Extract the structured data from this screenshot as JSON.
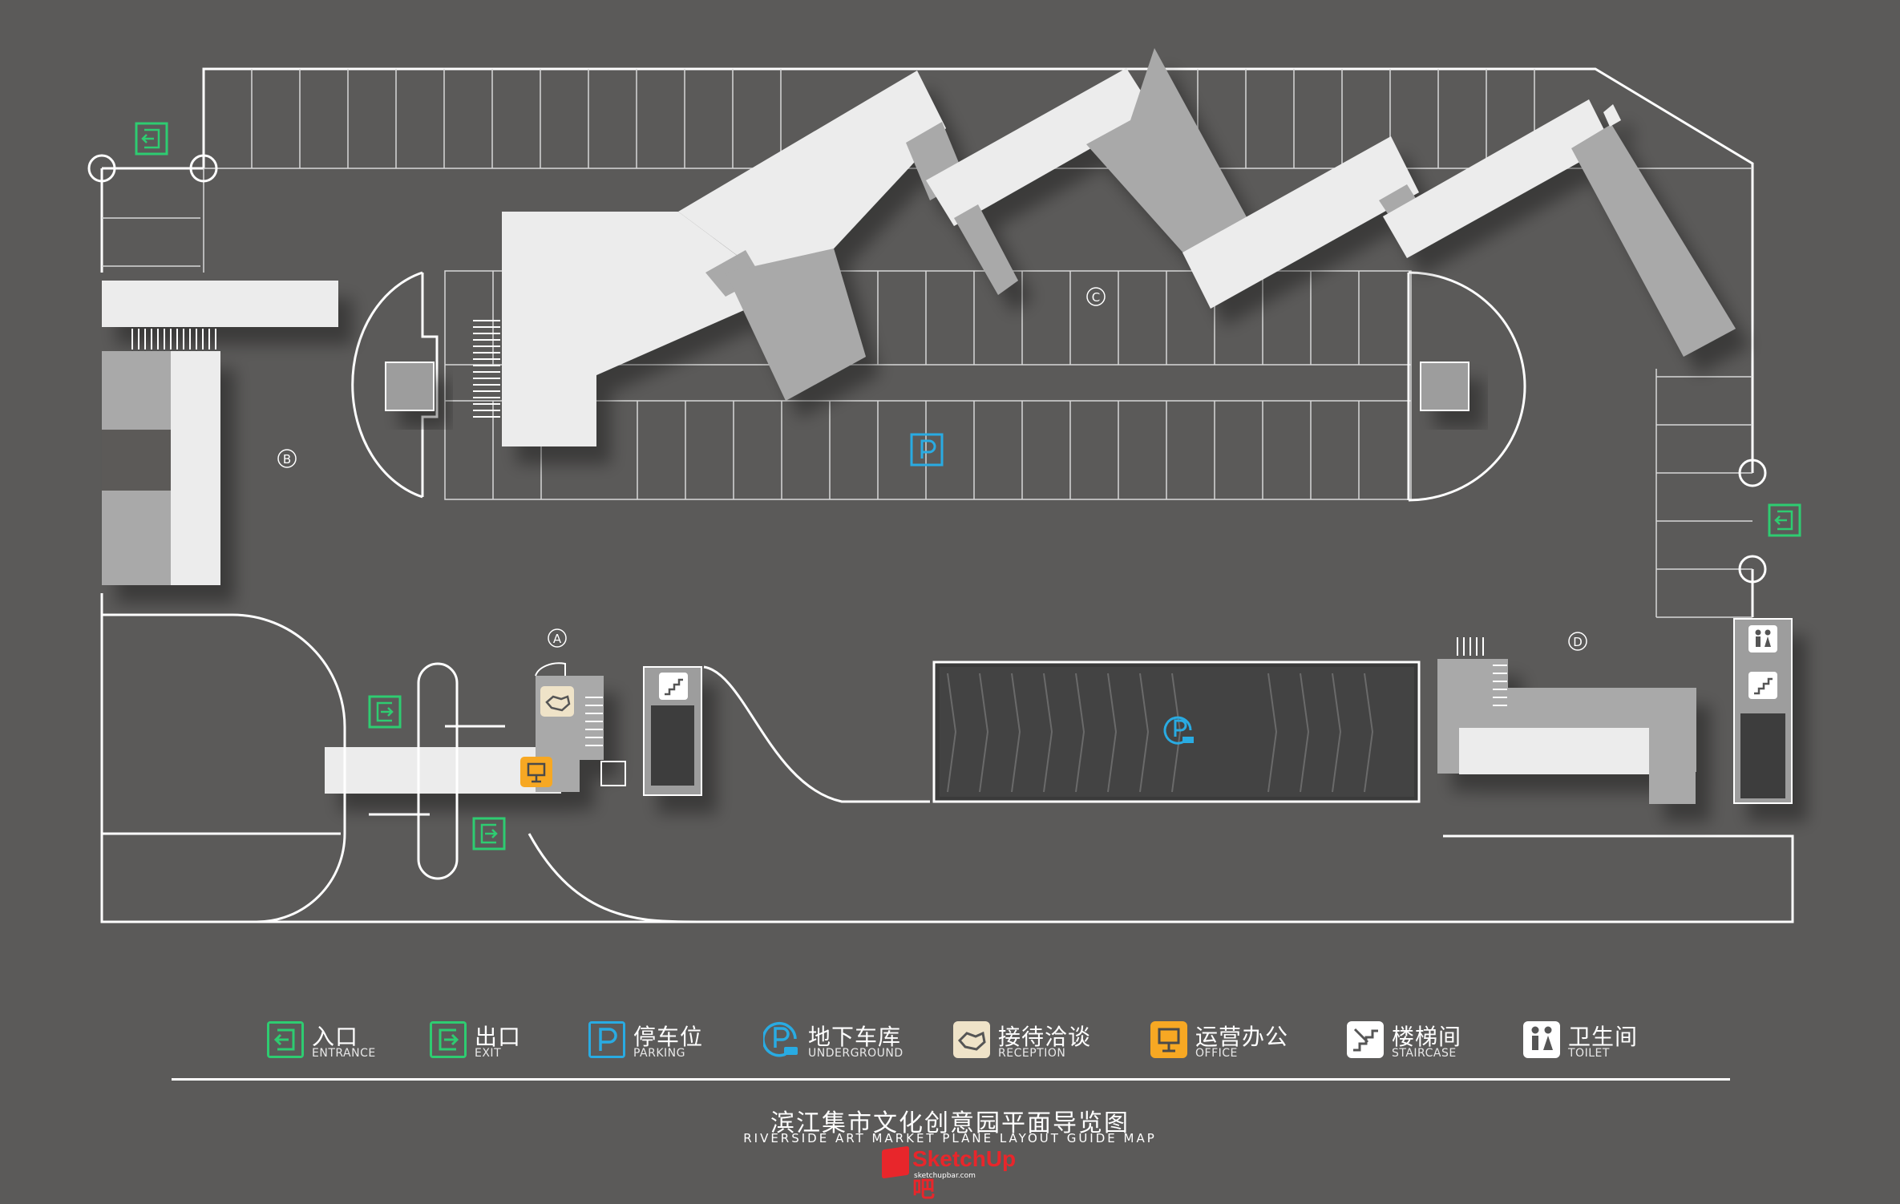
{
  "map": {
    "zones": [
      {
        "label": "A"
      },
      {
        "label": "B"
      },
      {
        "label": "C"
      },
      {
        "label": "D"
      }
    ]
  },
  "legend": [
    {
      "zh": "入口",
      "en": "ENTRANCE",
      "icon": "entrance-icon",
      "color": "#2ecc71"
    },
    {
      "zh": "出口",
      "en": "EXIT",
      "icon": "exit-icon",
      "color": "#2ecc71"
    },
    {
      "zh": "停车位",
      "en": "PARKING",
      "icon": "parking-icon",
      "color": "#29abe2"
    },
    {
      "zh": "地下车库",
      "en": "UNDERGROUND",
      "icon": "underground-garage-icon",
      "color": "#29abe2"
    },
    {
      "zh": "接待洽谈",
      "en": "RECEPTION",
      "icon": "handshake-icon",
      "color": "#efe3c8"
    },
    {
      "zh": "运营办公",
      "en": "OFFICE",
      "icon": "office-icon",
      "color": "#f7a823"
    },
    {
      "zh": "楼梯间",
      "en": "STAIRCASE",
      "icon": "staircase-icon",
      "color": "#ffffff"
    },
    {
      "zh": "卫生间",
      "en": "TOILET",
      "icon": "toilet-icon",
      "color": "#ffffff"
    }
  ],
  "title": {
    "zh": "滨江集市文化创意园平面导览图",
    "en": "RIVERSIDE  ART  MARKET  PLANE  LAYOUT  GUIDE  MAP"
  },
  "watermark": {
    "brand": "SketchUp吧",
    "url": "sketchupbar.com"
  },
  "colors": {
    "background": "#5b5a59",
    "building": "#ececec",
    "building_shade": "#a9a9a9",
    "line": "#ffffff",
    "green": "#2ecc71",
    "blue": "#29abe2",
    "orange": "#f7a823",
    "beige": "#efe3c8"
  }
}
